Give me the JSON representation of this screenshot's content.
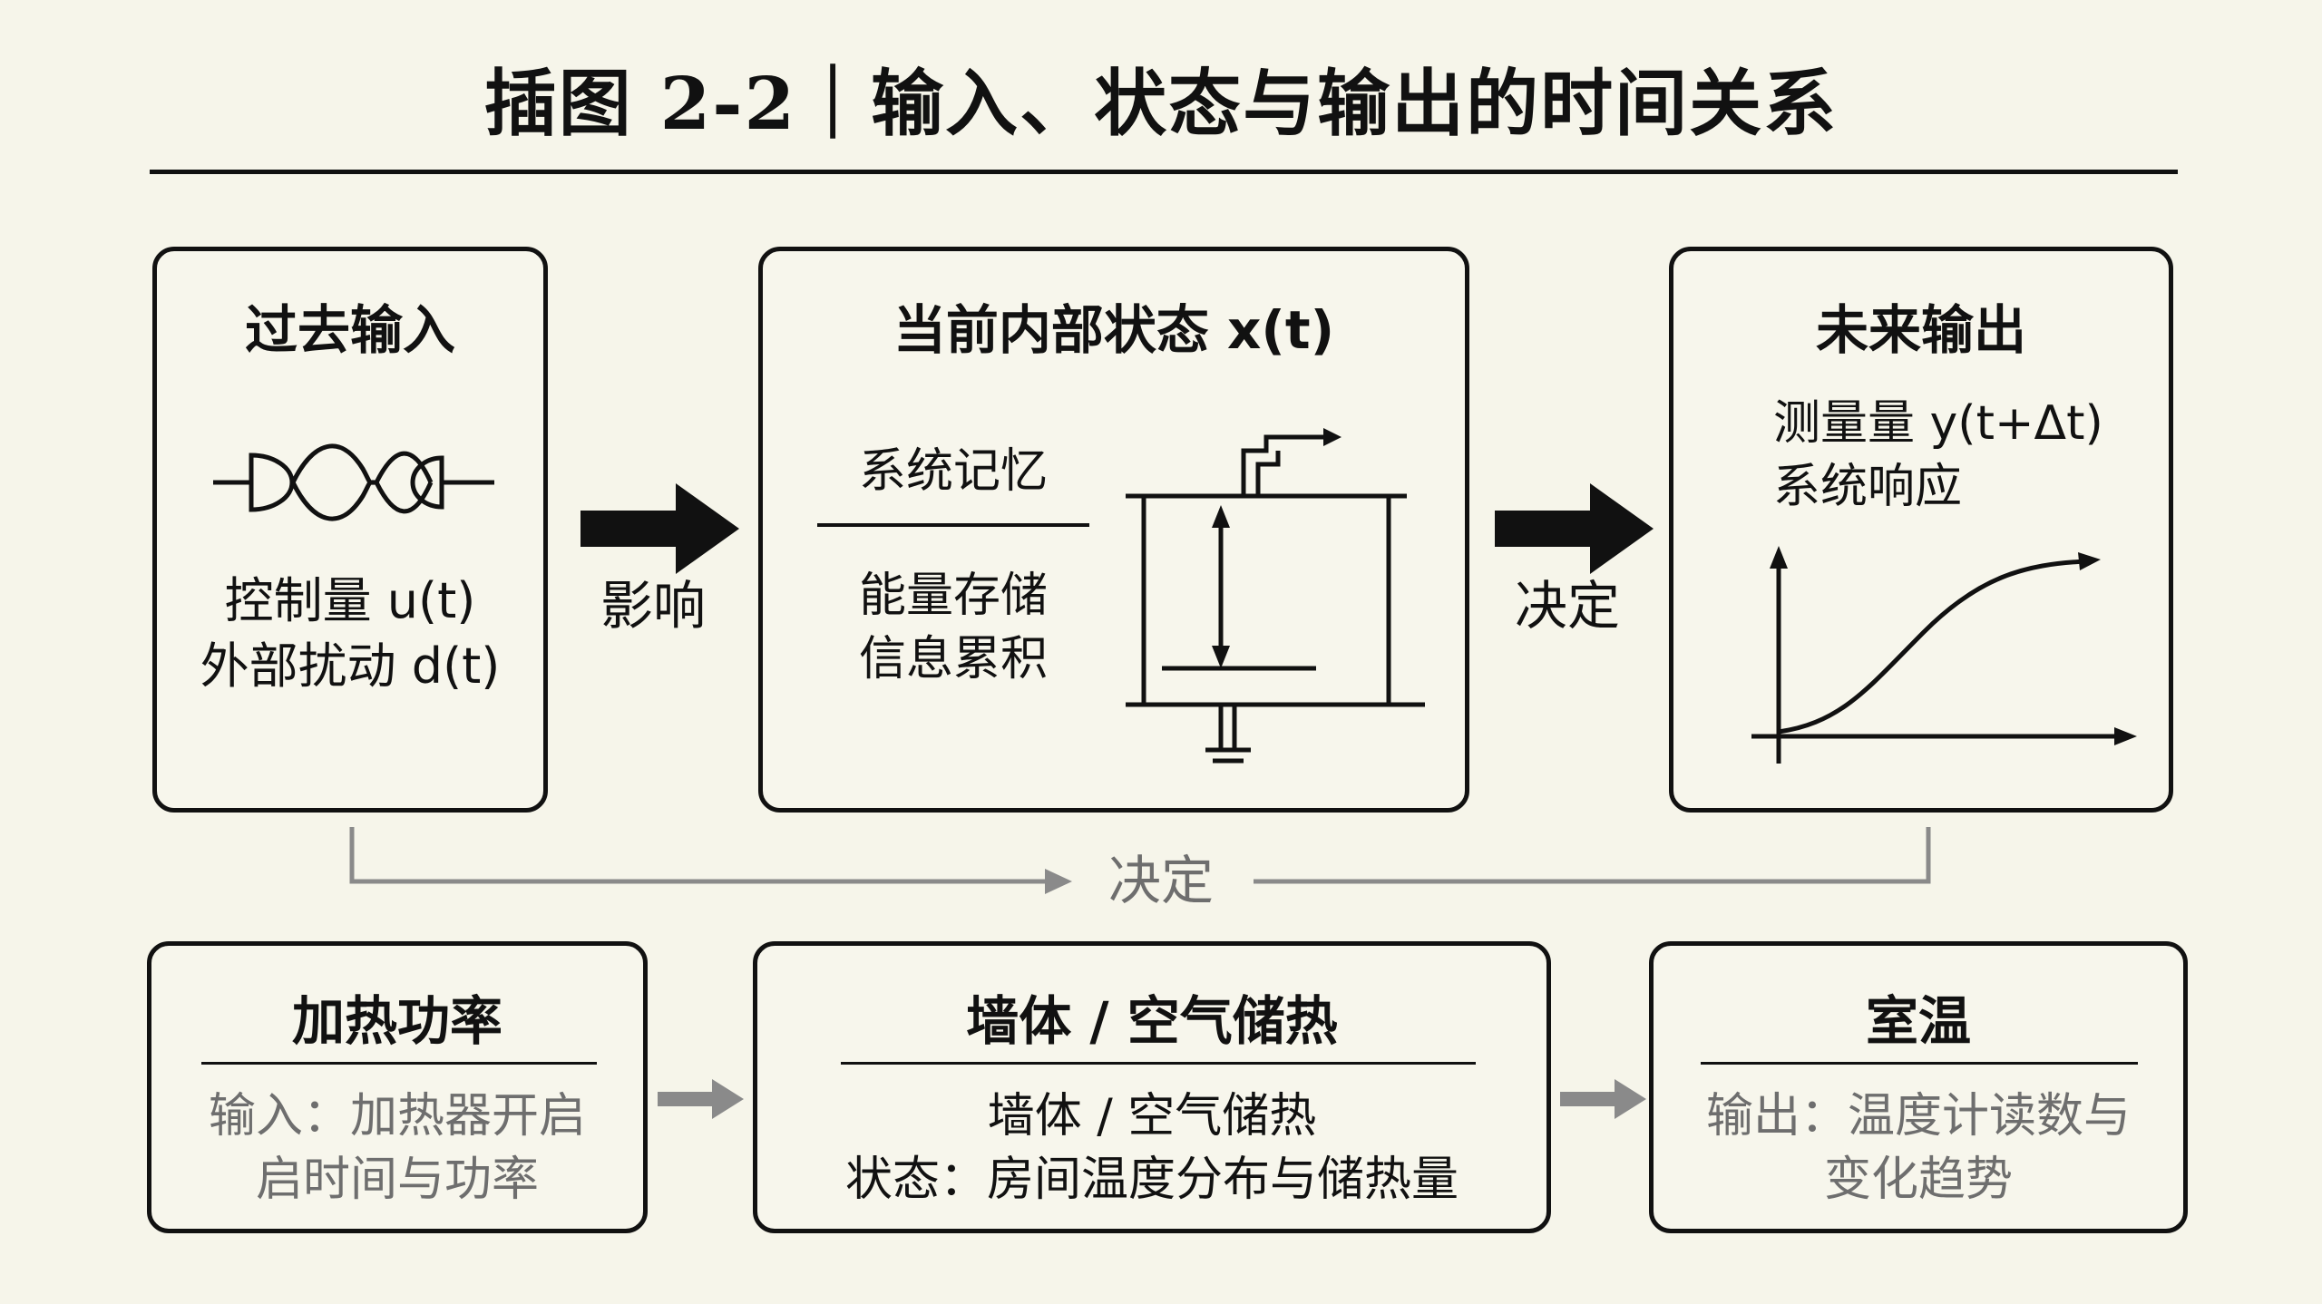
{
  "title": "插图 2-2｜输入、状态与输出的时间关系",
  "top_row": {
    "past": {
      "title": "过去输入",
      "line1": "控制量 u(t)",
      "line2": "外部扰动 d(t)"
    },
    "arrow1_label": "影响",
    "state": {
      "title": "当前内部状态 x(t)",
      "memory": "系统记忆",
      "line1": "能量存储",
      "line2": "信息累积"
    },
    "arrow2_label": "决定",
    "future": {
      "title": "未来输出",
      "line1": "测量量 y(t+Δt)",
      "line2": "系统响应"
    }
  },
  "bracket_label": "决定",
  "bottom_row": {
    "heating": {
      "title": "加热功率",
      "line1": "输入：加热器开启",
      "line2": "启时间与功率"
    },
    "storage": {
      "title": "墙体 / 空气储热",
      "line1": "墙体 / 空气储热",
      "line2": "状态：房间温度分布与储热量"
    },
    "room": {
      "title": "室温",
      "line1": "输出：温度计读数与",
      "line2": "变化趋势"
    }
  },
  "colors": {
    "ink": "#111111",
    "grey_text": "#6e6e6e",
    "grey_line": "#8a8a8a",
    "background": "#f6f5ea"
  }
}
